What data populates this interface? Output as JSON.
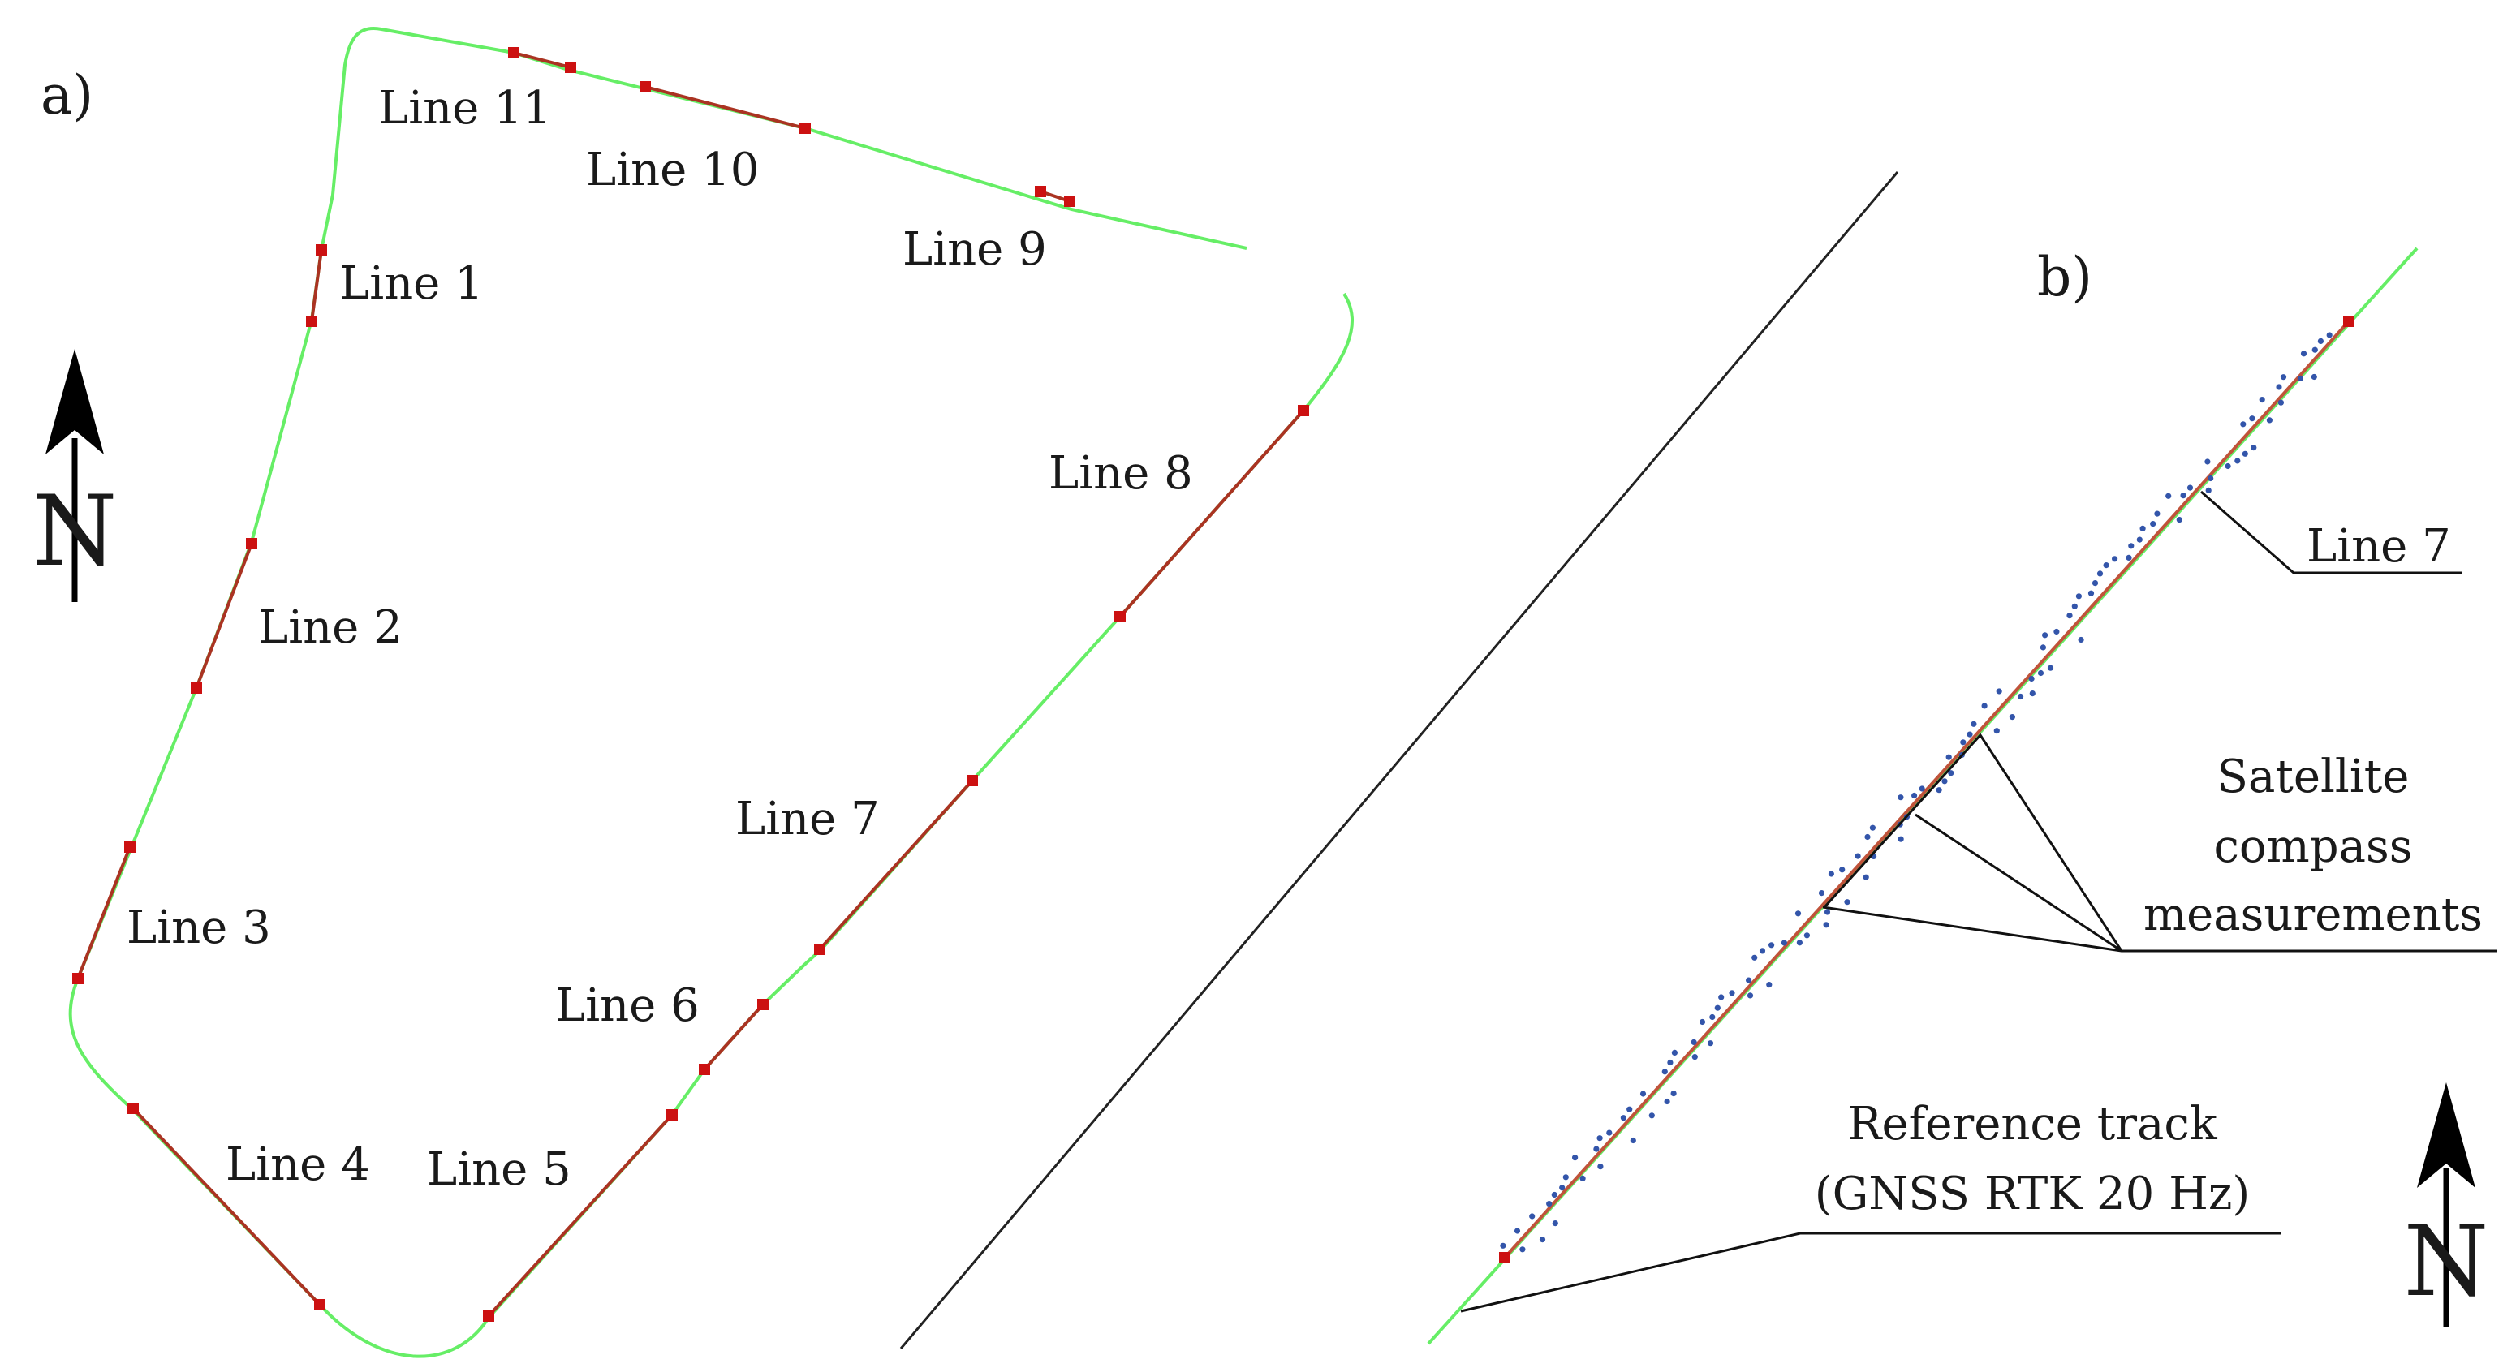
{
  "panel_a": {
    "label": "a)",
    "line_labels": [
      "Line 11",
      "Line 10",
      "Line 9",
      "Line 1",
      "Line 8",
      "Line 2",
      "Line 7",
      "Line 3",
      "Line 6",
      "Line 4",
      "Line 5"
    ]
  },
  "panel_b": {
    "label": "b)",
    "line_label": "Line 7",
    "satellite_label": [
      "Satellite",
      "compass",
      "measurements"
    ],
    "reference_label": [
      "Reference track",
      "(GNSS RTK 20 Hz)"
    ]
  },
  "compass": {
    "letter": "N"
  },
  "colors": {
    "track": "#66ee66",
    "measured_line": "#aa3322",
    "marker": "#cc1111",
    "satellite_dots": "#3355aa",
    "leader_lines": "#111111"
  }
}
